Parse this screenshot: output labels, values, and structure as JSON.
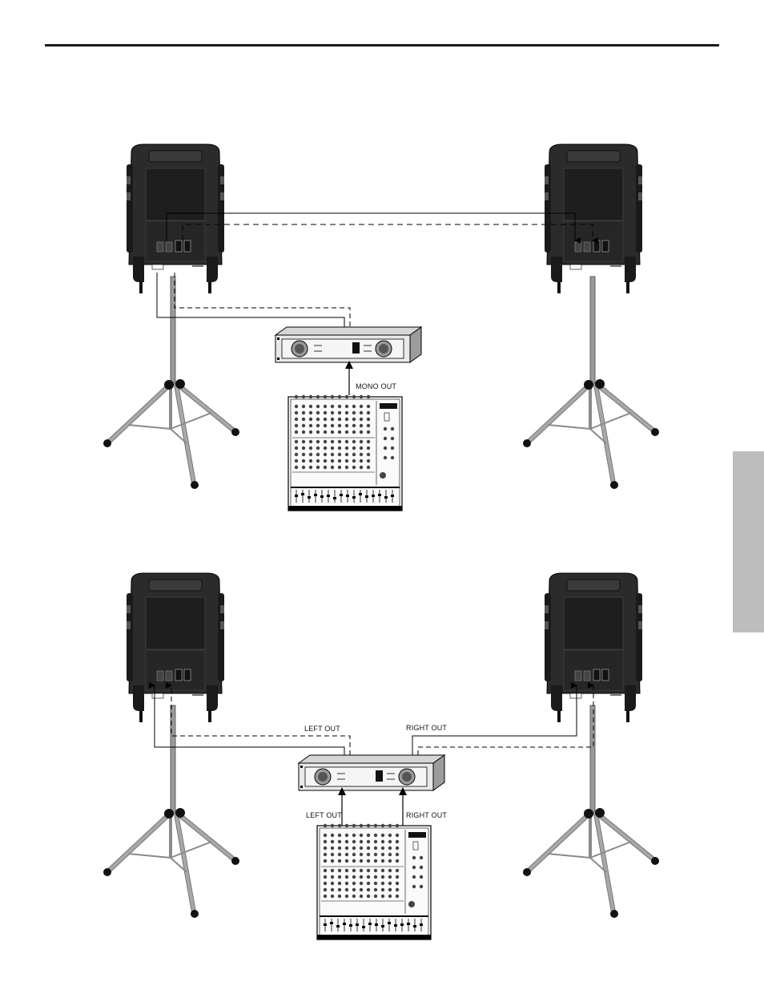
{
  "diagram_top": {
    "mixer_output_label": "MONO OUT"
  },
  "diagram_bottom": {
    "amp_left_label": "LEFT OUT",
    "amp_right_label": "RIGHT OUT",
    "mixer_left_label": "LEFT OUT",
    "mixer_right_label": "RIGHT OUT"
  },
  "colors": {
    "speaker_body": "#2b2b2b",
    "stand": "#9a9a9a",
    "tab": "#bdbdbd",
    "rule": "#1a1a1a"
  }
}
